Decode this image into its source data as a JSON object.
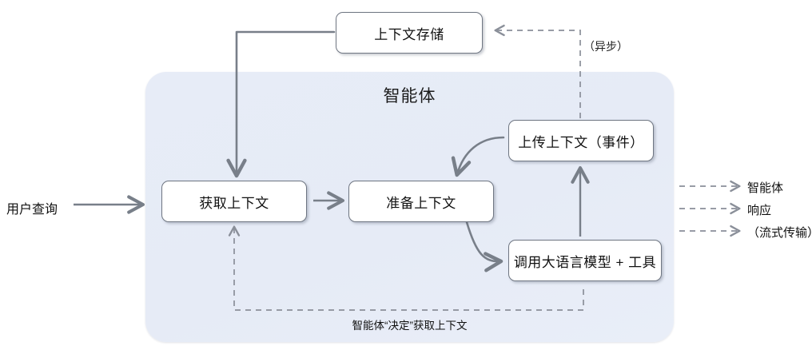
{
  "diagram": {
    "title_inside_container": "智能体",
    "nodes": [
      {
        "id": "store",
        "label": "上下文存储"
      },
      {
        "id": "fetch",
        "label": "获取上下文"
      },
      {
        "id": "prepare",
        "label": "准备上下文"
      },
      {
        "id": "upload",
        "label": "上传上下文（事件）"
      },
      {
        "id": "llm",
        "label": "调用大语言模型 + 工具"
      }
    ],
    "labels": {
      "user_query": "用户查询",
      "async": "（异步）",
      "loop": "智能体“决定”获取上下文"
    },
    "outputs": [
      {
        "label": "智能体"
      },
      {
        "label": "响应"
      },
      {
        "label": "（流式传输）"
      }
    ],
    "colors": {
      "container_fill": "#e7ecf7",
      "node_fill": "#ffffff",
      "node_border": "#6f7682",
      "solid_arrow": "#787f89",
      "dashed_arrow": "#8a8f99",
      "text": "#111111"
    }
  }
}
